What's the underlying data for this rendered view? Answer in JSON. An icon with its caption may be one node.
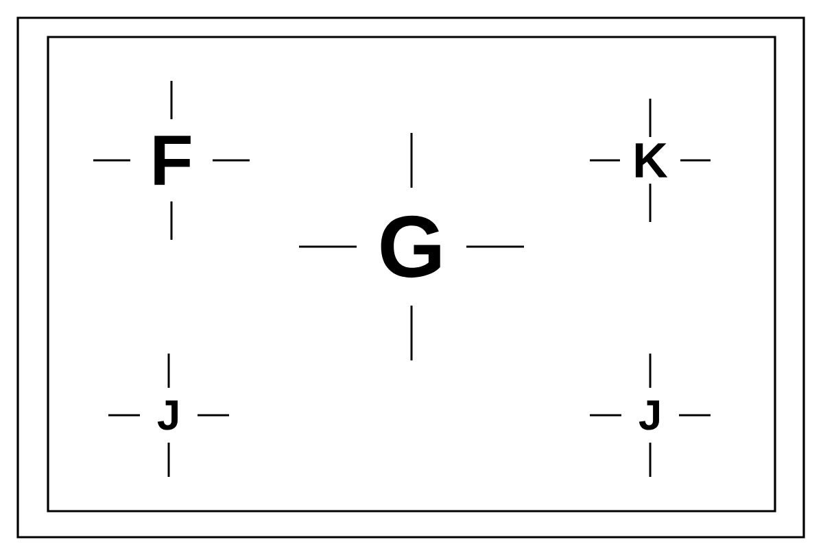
{
  "diagram": {
    "labels": [
      "F",
      "G",
      "K",
      "J",
      "J"
    ]
  }
}
